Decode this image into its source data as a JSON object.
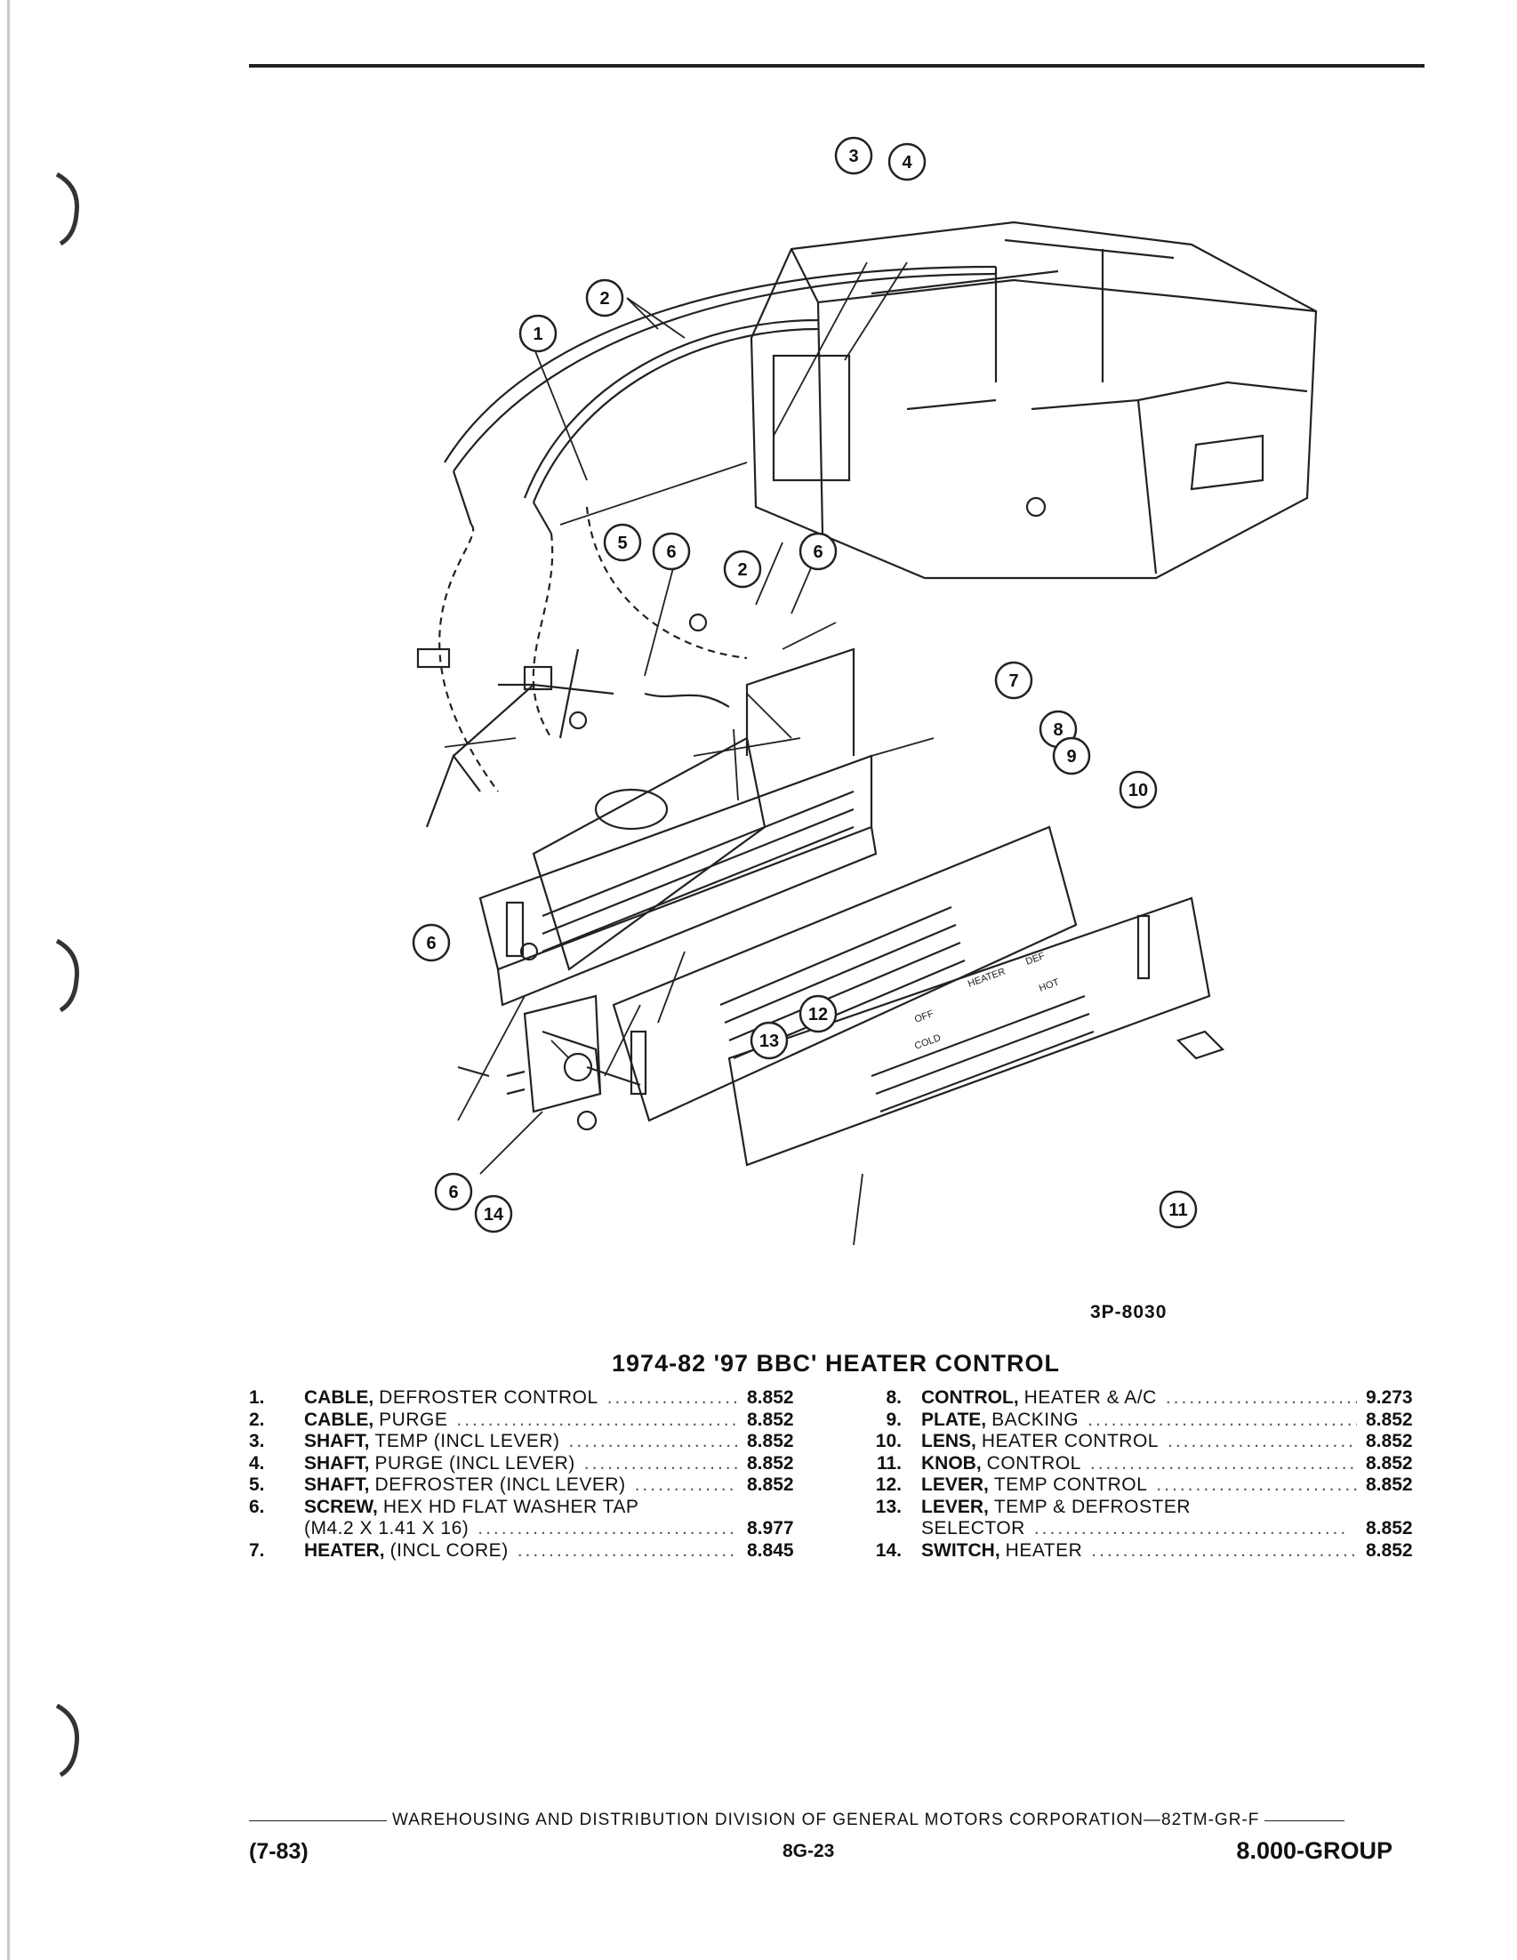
{
  "figure": {
    "code": "3P-8030"
  },
  "title": "1974-82 '97 BBC' HEATER CONTROL",
  "parts_left": [
    {
      "num": "1.",
      "keyword": "CABLE,",
      "desc": "DEFROSTER CONTROL",
      "code": "8.852"
    },
    {
      "num": "2.",
      "keyword": "CABLE,",
      "desc": "PURGE",
      "code": "8.852"
    },
    {
      "num": "3.",
      "keyword": "SHAFT,",
      "desc": "TEMP (INCL LEVER)",
      "code": "8.852"
    },
    {
      "num": "4.",
      "keyword": "SHAFT,",
      "desc": "PURGE (INCL LEVER)",
      "code": "8.852"
    },
    {
      "num": "5.",
      "keyword": "SHAFT,",
      "desc": "DEFROSTER (INCL LEVER)",
      "code": "8.852"
    },
    {
      "num": "6.",
      "keyword": "SCREW,",
      "desc": "HEX HD FLAT WASHER TAP",
      "code": ""
    },
    {
      "num": "",
      "keyword": "",
      "desc": "(M4.2 X 1.41 X 16)",
      "code": "8.977"
    },
    {
      "num": "7.",
      "keyword": "HEATER,",
      "desc": "(INCL CORE)",
      "code": "8.845"
    }
  ],
  "parts_right": [
    {
      "num": "8.",
      "keyword": "CONTROL,",
      "desc": "HEATER & A/C",
      "code": "9.273"
    },
    {
      "num": "9.",
      "keyword": "PLATE,",
      "desc": "BACKING",
      "code": "8.852"
    },
    {
      "num": "10.",
      "keyword": "LENS,",
      "desc": "HEATER CONTROL",
      "code": "8.852"
    },
    {
      "num": "11.",
      "keyword": "KNOB,",
      "desc": "CONTROL",
      "code": "8.852"
    },
    {
      "num": "12.",
      "keyword": "LEVER,",
      "desc": "TEMP CONTROL",
      "code": "8.852"
    },
    {
      "num": "13.",
      "keyword": "LEVER,",
      "desc": "TEMP & DEFROSTER",
      "code": ""
    },
    {
      "num": "",
      "keyword": "",
      "desc": "SELECTOR",
      "code": "8.852"
    },
    {
      "num": "14.",
      "keyword": "SWITCH,",
      "desc": "HEATER",
      "code": "8.852"
    }
  ],
  "callouts": [
    "1",
    "2",
    "3",
    "4",
    "5",
    "6",
    "2",
    "6",
    "7",
    "8",
    "9",
    "10",
    "6",
    "13",
    "12",
    "6",
    "14",
    "11"
  ],
  "lens_labels": {
    "def": "DEF",
    "heater": "HEATER",
    "hot": "HOT",
    "cold": "COLD",
    "off": "OFF"
  },
  "footer": {
    "division": "WAREHOUSING AND DISTRIBUTION DIVISION OF GENERAL MOTORS CORPORATION—82TM-GR-F",
    "date": "(7-83)",
    "page": "8G-23",
    "group": "8.000-GROUP"
  },
  "colors": {
    "ink": "#111111",
    "paper": "#ffffff"
  }
}
